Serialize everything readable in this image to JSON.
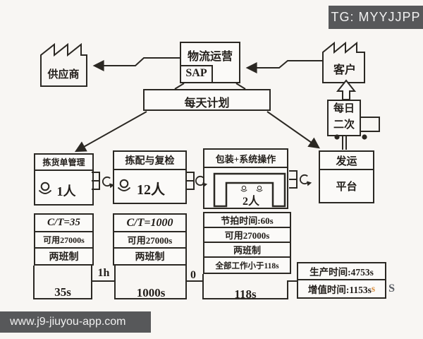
{
  "badge": {
    "label": "TG: MYYJJPP"
  },
  "footer": {
    "label": "www.j9-jiuyou-app.com"
  },
  "colors": {
    "badge_bg": "#57585a",
    "ink": "#2b2823",
    "highlight": "#d98e3f"
  },
  "top": {
    "supplier": "供应商",
    "logistics": "物流运营",
    "sap": "SAP",
    "customer": "客户",
    "daily_plan": "每天计划",
    "freq_line1": "每日",
    "freq_line2": "二次"
  },
  "processes": [
    {
      "title": "拣货单管理",
      "staff": "1人",
      "rows": [
        "C/T=35",
        "可用27000s",
        "两班制"
      ]
    },
    {
      "title": "拣配与复检",
      "staff": "12人",
      "rows": [
        "C/T=1000",
        "可用27000s",
        "两班制"
      ]
    },
    {
      "title": "包装+系统操作",
      "staff": "2人",
      "rows": [
        "节拍时间:60s",
        "可用27000s",
        "两班制",
        "全部工作小于118s"
      ]
    }
  ],
  "shipping": {
    "title": "发运",
    "subtitle": "平台"
  },
  "timeline": {
    "seg1": "35s",
    "wait1": "1h",
    "seg2": "1000s",
    "wait2": "0",
    "seg3": "118s"
  },
  "summary": {
    "line1": "生产时间:4753s",
    "line2": "增值时间:1153s",
    "artifact1": "s",
    "artifact2": "S"
  }
}
